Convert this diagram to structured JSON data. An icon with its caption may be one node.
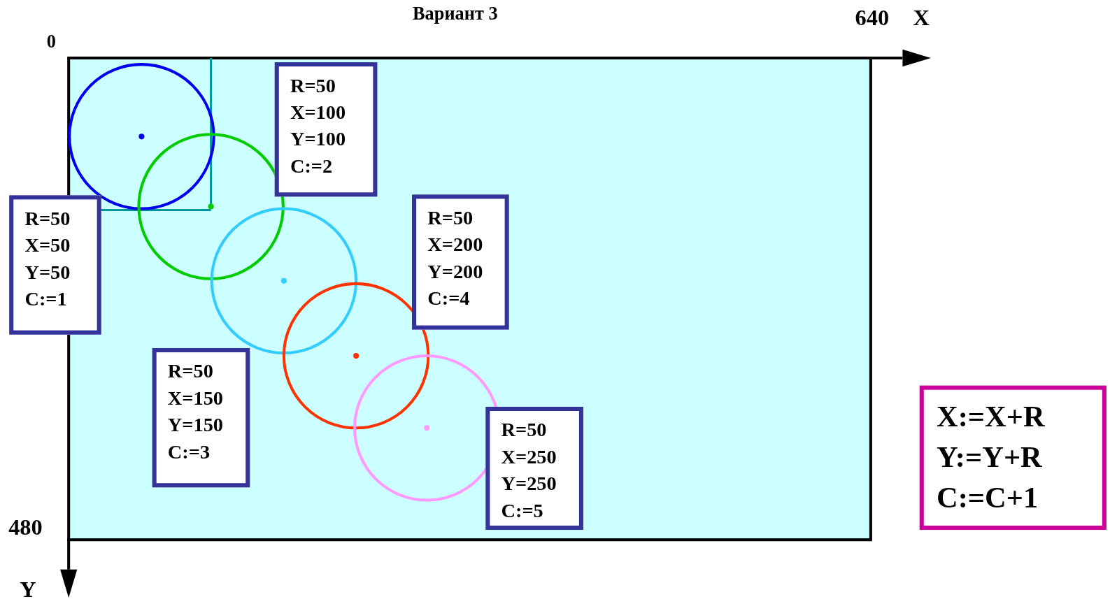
{
  "diagram": {
    "title": "Вариант 3",
    "nodes": [
      {
        "text": [
          "R=50",
          "X=100",
          "Y=100",
          "C:=2"
        ]
      },
      {
        "text": [
          "R=50",
          "X=50",
          "Y=50",
          "C:=1"
        ]
      },
      {
        "text": [
          "R=50",
          "X=200",
          "Y=200",
          "C:=4"
        ]
      },
      {
        "text": [
          "R=50",
          "X=150",
          "Y=150",
          "C:=3"
        ]
      },
      {
        "text": [
          "X:=X+R",
          "Y:=Y+R",
          "C:=C+1"
        ]
      },
      {
        "text": [
          "R=50",
          "X=250",
          "Y=250",
          "C:=5"
        ]
      }
    ],
    "edges": [],
    "labels": [
      "640",
      "X",
      "0",
      "480",
      "Y"
    ]
  }
}
